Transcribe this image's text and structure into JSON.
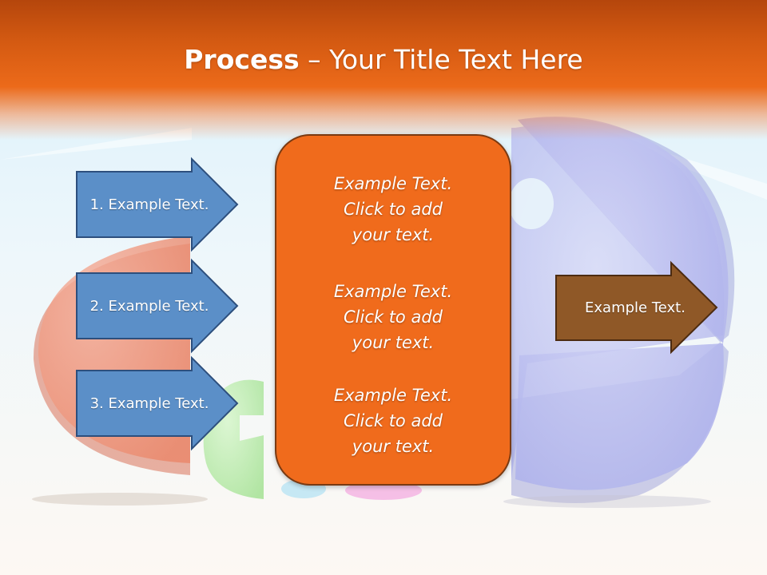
{
  "title": {
    "bold": "Process",
    "rest": " – Your Title Text Here"
  },
  "left_arrows": [
    {
      "label": "1. Example Text."
    },
    {
      "label": "2. Example Text."
    },
    {
      "label": "3. Example Text."
    }
  ],
  "center_blocks": [
    {
      "lines": [
        "Example Text.",
        "Click  to add",
        "your text."
      ]
    },
    {
      "lines": [
        "Example Text.",
        "Click  to add",
        "your text."
      ]
    },
    {
      "lines": [
        "Example Text.",
        "Click  to add",
        "your text."
      ]
    }
  ],
  "right_arrow": {
    "label": "Example Text."
  },
  "colors": {
    "title_band": "#e4631a",
    "blue_arrow": "#5b8fc8",
    "blue_arrow_border": "#2d4f7d",
    "center_box": "#f06b1c",
    "center_box_border": "#7a3a12",
    "brown_arrow": "#8f5827",
    "brown_arrow_border": "#4c2b10"
  }
}
